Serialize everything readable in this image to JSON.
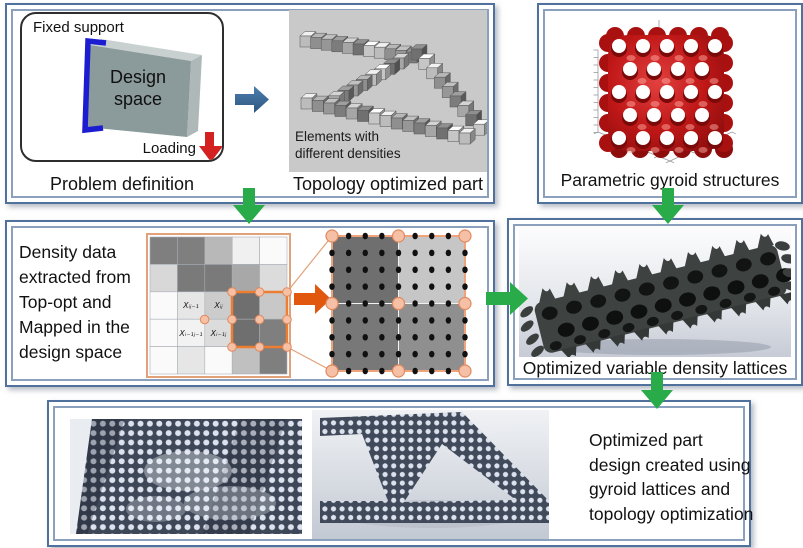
{
  "flow": {
    "top_left": {
      "problem_figure": {
        "fixed_support": "Fixed support",
        "design_space": "Design space",
        "loading": "Loading"
      },
      "problem_caption": "Problem definition",
      "elements_note_lines": [
        "Elements with",
        "different densities"
      ],
      "topology_caption": "Topology optimized part"
    },
    "top_right": {
      "caption": "Parametric gyroid structures"
    },
    "middle_left": {
      "description_lines": [
        "Density data",
        "extracted from",
        "Top-opt and",
        "Mapped in the",
        "design space"
      ],
      "cell_labels": {
        "xij_m1": "Xᵢⱼ₋₁",
        "xij": "Xᵢⱼ",
        "xim1jm1": "Xᵢ₋₁ⱼ₋₁",
        "xim1j": "Xᵢ₋₁ⱼ"
      },
      "grid_shades": [
        [
          "#7f7f7f",
          "#7f7f7f",
          "#b8b8b8",
          "#f0f0f0",
          "#fafafa"
        ],
        [
          "#d8d8d8",
          "#7a7a7a",
          "#7a7a7a",
          "#a8a8a8",
          "#dcdcdc"
        ],
        [
          "#fafafa",
          "#e6e6e6",
          "#cccccc",
          "#6f6f6f",
          "#c8c8c8"
        ],
        [
          "#fafafa",
          "#f2f2f2",
          "#dcdcdc",
          "#6f6f6f",
          "#7f7f7f"
        ],
        [
          "#fafafa",
          "#e6e6e6",
          "#fafafa",
          "#c0c0c0",
          "#7f7f7f"
        ]
      ],
      "zoom_shades": [
        [
          "#6f6f6f",
          "#c6c6c6"
        ],
        [
          "#787878",
          "#8f8f8f"
        ]
      ]
    },
    "middle_right": {
      "caption": "Optimized variable density lattices"
    },
    "bottom": {
      "caption_lines": [
        "Optimized part",
        "design created using",
        "gyroid lattices and",
        "topology optimization"
      ]
    }
  },
  "colors": {
    "panel_border": "#4f719c",
    "green_arrow": "#2aab4a",
    "blue_arrow": "#3a6da2",
    "orange_arrow": "#e2570e",
    "red_arrow": "#d32020",
    "fixed_support_blue": "#1c1cd0",
    "highlight_orange": "#ed7d31",
    "node_dot_fill": "#f6c0a6",
    "gyroid_red": "#b81414"
  }
}
